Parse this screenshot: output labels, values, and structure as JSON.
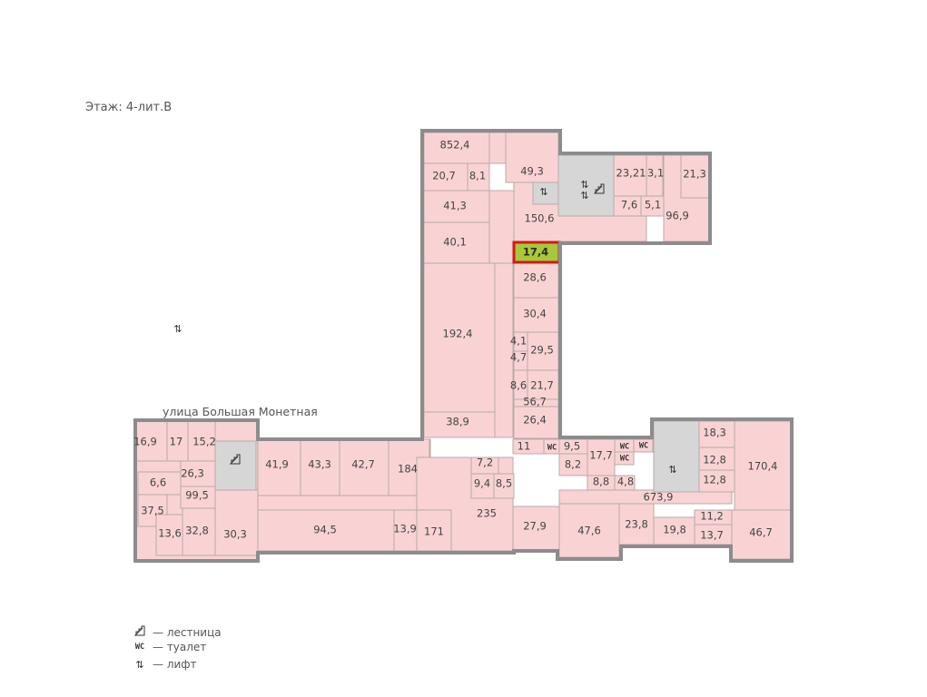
{
  "floor_label": "Этаж: 4-лит.В",
  "street_label": "улица Большая Монетная",
  "highlight_color": "#a7c83a",
  "room_color": "#f9d3d4",
  "service_color": "#d6d6d6",
  "rooms": {
    "r852": "852,4",
    "r207": "20,7",
    "r81a": "8,1",
    "r413": "41,3",
    "r401": "40,1",
    "r493": "49,3",
    "r1506": "150,6",
    "r2321": "23,21",
    "r31": "3,1",
    "r213": "21,3",
    "r76": "7,6",
    "r51": "5,1",
    "r969": "96,9",
    "r174": "17,4",
    "r286": "28,6",
    "r1924": "192,4",
    "r304": "30,4",
    "r41": "4,1",
    "r47": "4,7",
    "r295": "29,5",
    "r86": "8,6",
    "r217": "21,7",
    "r567": "56,7",
    "r389": "38,9",
    "r264": "26,4",
    "r11": "11",
    "r95": "9,5",
    "r177": "17,7",
    "r82": "8,2",
    "r88": "8,8",
    "r48": "4,8",
    "r6739": "673,9",
    "r183": "18,3",
    "r128a": "12,8",
    "r128b": "12,8",
    "r1704": "170,4",
    "r169": "16,9",
    "r17": "17",
    "r152": "15,2",
    "r263": "26,3",
    "r66": "6,6",
    "r995": "99,5",
    "r375": "37,5",
    "r136": "13,6",
    "r328": "32,8",
    "r303": "30,3",
    "r419": "41,9",
    "r433": "43,3",
    "r427": "42,7",
    "r184": "184",
    "r72": "7,2",
    "r94": "9,4",
    "r85": "8,5",
    "r235": "235",
    "r945": "94,5",
    "r139": "13,9",
    "r171": "171",
    "r279": "27,9",
    "r476": "47,6",
    "r238": "23,8",
    "r198": "19,8",
    "r112": "11,2",
    "r137": "13,7",
    "r467": "46,7"
  },
  "legend": {
    "stairs_label": "— лестница",
    "wc_label": "— туалет",
    "lift_label": "— лифт",
    "wc_symbol": "WC",
    "lift_symbol": "⇅"
  }
}
